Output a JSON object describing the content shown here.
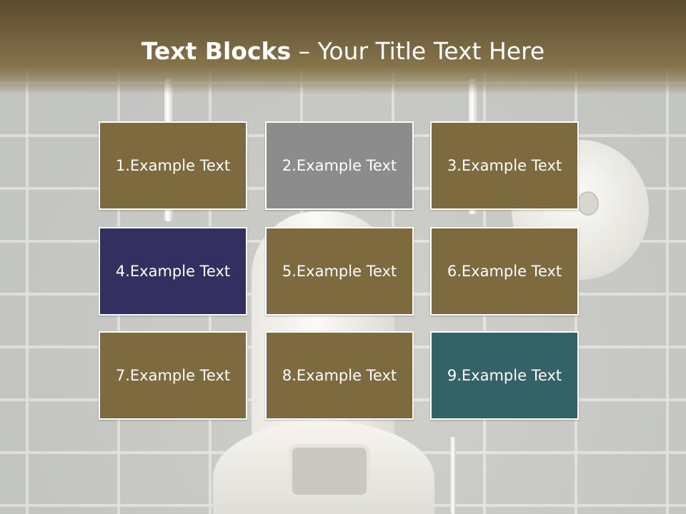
{
  "title": {
    "bold": "Text Blocks",
    "separator": " – ",
    "rest": "Your Title Text Here"
  },
  "blocks": [
    {
      "label": "1.Example Text",
      "color": "#7d6b3f"
    },
    {
      "label": "2.Example Text",
      "color": "#8c8c8c"
    },
    {
      "label": "3.Example Text",
      "color": "#7d6b3f"
    },
    {
      "label": "4.Example Text",
      "color": "#332f61"
    },
    {
      "label": "5.Example Text",
      "color": "#7d6b3f"
    },
    {
      "label": "6.Example Text",
      "color": "#7d6b3f"
    },
    {
      "label": "7.Example Text",
      "color": "#7d6b3f"
    },
    {
      "label": "8.Example Text",
      "color": "#7d6b3f"
    },
    {
      "label": "9.Example Text",
      "color": "#336367"
    }
  ],
  "theme": {
    "header_color": "#7d6b3f",
    "text_color": "#ffffff"
  }
}
